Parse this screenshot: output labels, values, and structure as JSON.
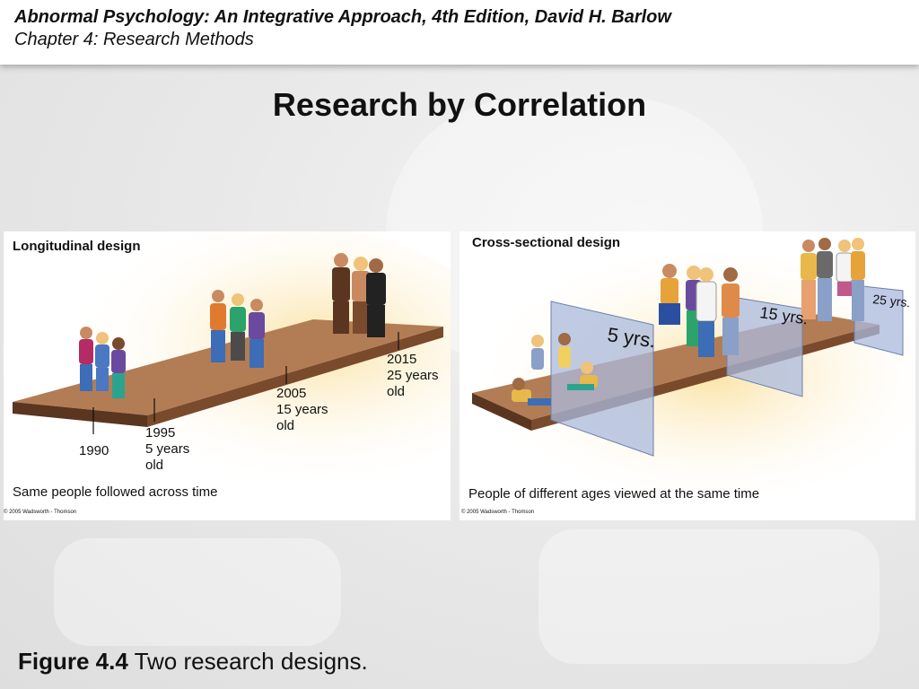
{
  "header": {
    "book": "Abnormal Psychology: An Integrative Approach, 4th Edition, David H. Barlow",
    "chapter": "Chapter 4: Research Methods"
  },
  "slide_title": "Research by Correlation",
  "longitudinal": {
    "title": "Longitudinal design",
    "caption": "Same people followed across time",
    "copyright": "© 2005 Wadsworth - Thomson",
    "labels": {
      "y1990": "1990",
      "y1995": "1995",
      "y1995_age": "5 years",
      "y1995_old": "old",
      "y2005": "2005",
      "y2005_age": "15 years",
      "y2005_old": "old",
      "y2015": "2015",
      "y2015_age": "25 years",
      "y2015_old": "old"
    }
  },
  "cross_sectional": {
    "title": "Cross-sectional design",
    "caption": "People of different ages viewed at the same time",
    "copyright": "© 2005 Wadsworth - Thomson",
    "panels": [
      "5 yrs.",
      "15 yrs.",
      "25 yrs."
    ]
  },
  "figure_caption": {
    "number": "Figure 4.4",
    "text": " Two research designs."
  },
  "colors": {
    "platform_top": "#b27d55",
    "platform_side": "#5a3520",
    "panel": "#a9b9dd",
    "glow": "#fbe3a6"
  }
}
